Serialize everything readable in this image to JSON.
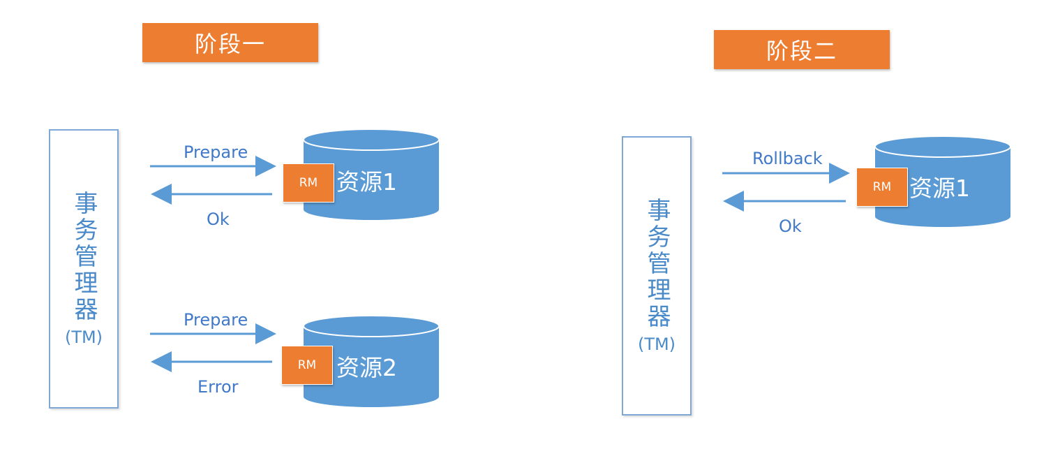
{
  "phase1": {
    "title": "阶段一",
    "tm_title": "事务管理器",
    "tm_sub": "(TM)",
    "rows": [
      {
        "request": "Prepare",
        "response": "Ok",
        "rm": "RM",
        "resource": "资源1"
      },
      {
        "request": "Prepare",
        "response": "Error",
        "rm": "RM",
        "resource": "资源2"
      }
    ]
  },
  "phase2": {
    "title": "阶段二",
    "tm_title": "事务管理器",
    "tm_sub": "(TM)",
    "rows": [
      {
        "request": "Rollback",
        "response": "Ok",
        "rm": "RM",
        "resource": "资源1"
      }
    ]
  },
  "colors": {
    "accent_orange": "#ED7D31",
    "cylinder_blue": "#5B9BD5",
    "arrow_blue": "#5B9BD5",
    "text_blue": "#3F79C8",
    "border_blue": "#7FA7D6"
  }
}
